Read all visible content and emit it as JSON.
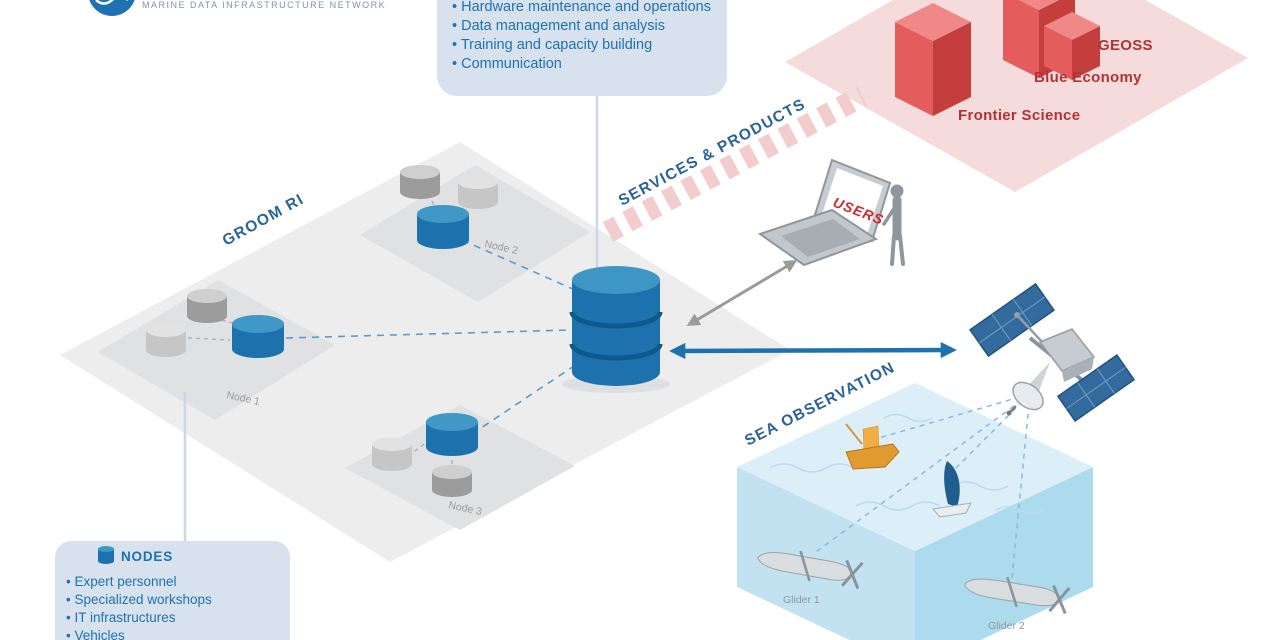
{
  "logo": {
    "tagline": "MARINE DATA INFRASTRUCTURE NETWORK"
  },
  "central_activities_box": {
    "items": [
      "• Hardware maintenance and operations",
      "• Data management and analysis",
      "• Training and capacity building",
      "• Communication"
    ]
  },
  "impact_plane": {
    "labels": [
      "GEOSS",
      "Blue Economy",
      "Frontier Science"
    ]
  },
  "services": {
    "label": "SERVICES & PRODUCTS",
    "users_label": "USERS"
  },
  "groom_plane": {
    "label": "GROOM RI",
    "node_labels": [
      "Node 1",
      "Node 2",
      "Node 3"
    ]
  },
  "sea": {
    "label": "SEA OBSERVATION",
    "glider_labels": [
      "Glider 1",
      "Glider 2"
    ]
  },
  "nodes_box": {
    "title": "NODES",
    "items": [
      "• Expert personnel",
      "• Specialized workshops",
      "• IT infrastructures",
      "• Vehicles"
    ]
  },
  "colors": {
    "brand_blue": "#1d72ae",
    "label_steel_blue": "#2b6398",
    "red_accent": "#b13434",
    "panel_light_blue": "#d8e2ee",
    "plane_gray": "#ededee",
    "plane_pink": "#f5dbdb",
    "sea_light_blue": "#dceff8"
  }
}
